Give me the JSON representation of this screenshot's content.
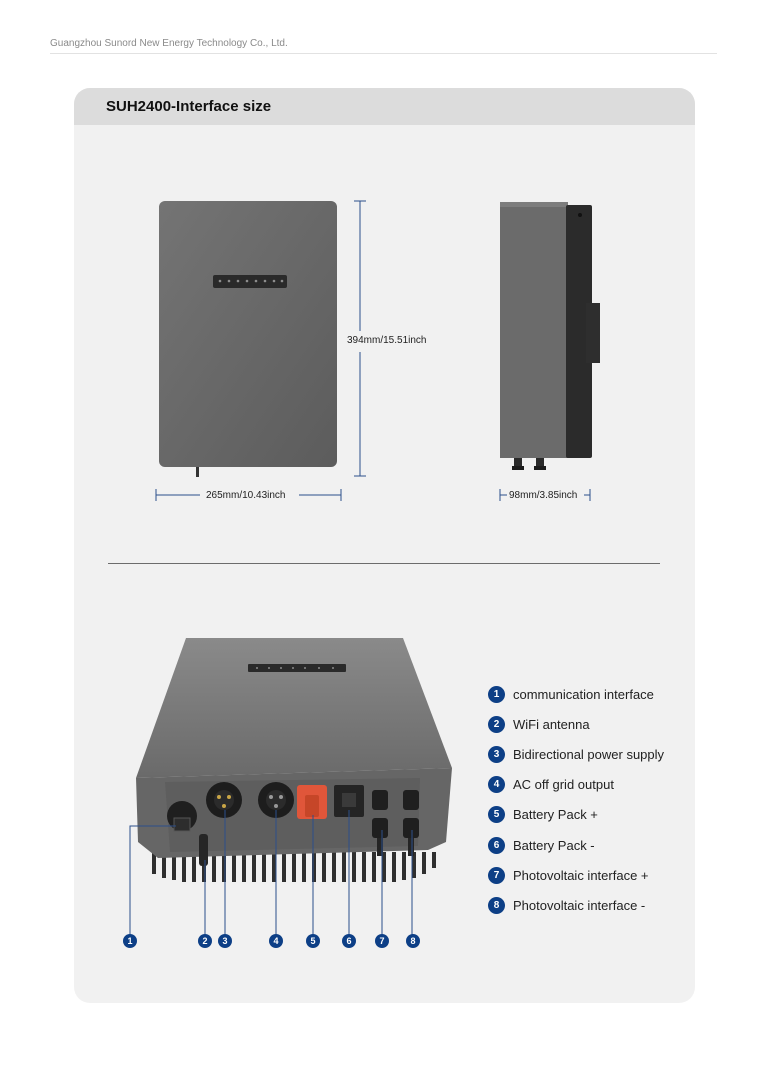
{
  "header": {
    "company": "Guangzhou Sunord New Energy Technology Co., Ltd."
  },
  "section": {
    "title": "SUH2400-Interface size"
  },
  "dimensions": {
    "height": "394mm/15.51inch",
    "width": "265mm/10.43inch",
    "depth": "98mm/3.85inch"
  },
  "legend": [
    {
      "num": "1",
      "label": "communication interface"
    },
    {
      "num": "2",
      "label": "WiFi antenna"
    },
    {
      "num": "3",
      "label": "Bidirectional power supply"
    },
    {
      "num": "4",
      "label": "AC off grid output"
    },
    {
      "num": "5",
      "label": "Battery Pack +"
    },
    {
      "num": "6",
      "label": "Battery Pack -"
    },
    {
      "num": "7",
      "label": "Photovoltaic interface +"
    },
    {
      "num": "8",
      "label": "Photovoltaic interface -"
    }
  ],
  "callouts": [
    "1",
    "2",
    "3",
    "4",
    "5",
    "6",
    "7",
    "8"
  ],
  "colors": {
    "accent": "#0d3f86",
    "device": "#6b6b6b",
    "battery_connector": "#e0563a"
  }
}
